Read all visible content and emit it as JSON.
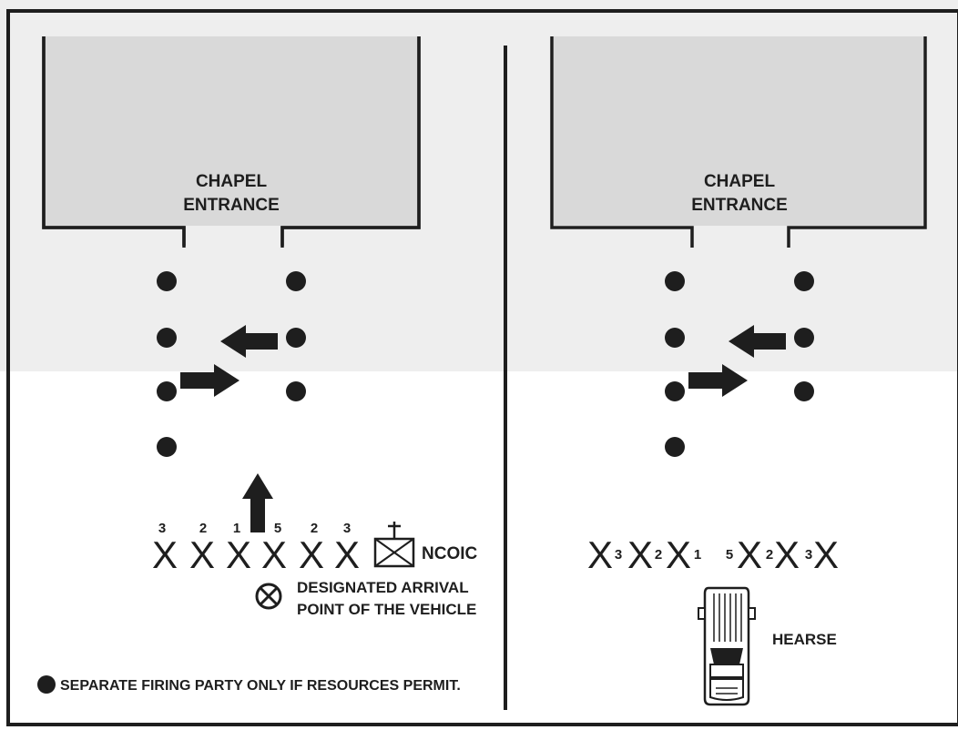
{
  "left_panel": {
    "chapel_line1": "CHAPEL",
    "chapel_line2": "ENTRANCE",
    "x_mark": "X",
    "bearer_numbers": [
      "3",
      "2",
      "1",
      "5",
      "2",
      "3"
    ],
    "ncoic_label": "NCOIC",
    "arrival_line1": "DESIGNATED ARRIVAL",
    "arrival_line2": "POINT OF THE VEHICLE",
    "footnote": "SEPARATE FIRING PARTY ONLY IF RESOURCES PERMIT."
  },
  "right_panel": {
    "chapel_line1": "CHAPEL",
    "chapel_line2": "ENTRANCE",
    "x_mark": "X",
    "bearer_numbers": [
      "3",
      "2",
      "1",
      "5",
      "2",
      "3"
    ],
    "hearse_label": "HEARSE"
  },
  "colors": {
    "ink": "#1e1e1e",
    "building_fill": "#d9d9d9",
    "upper_band": "#eeeeee"
  },
  "icons": {
    "firing_party_dot": "filled-circle",
    "arrival_point": "circled-x",
    "ncoic": "flag-box",
    "vehicle": "hearse-top-view"
  }
}
